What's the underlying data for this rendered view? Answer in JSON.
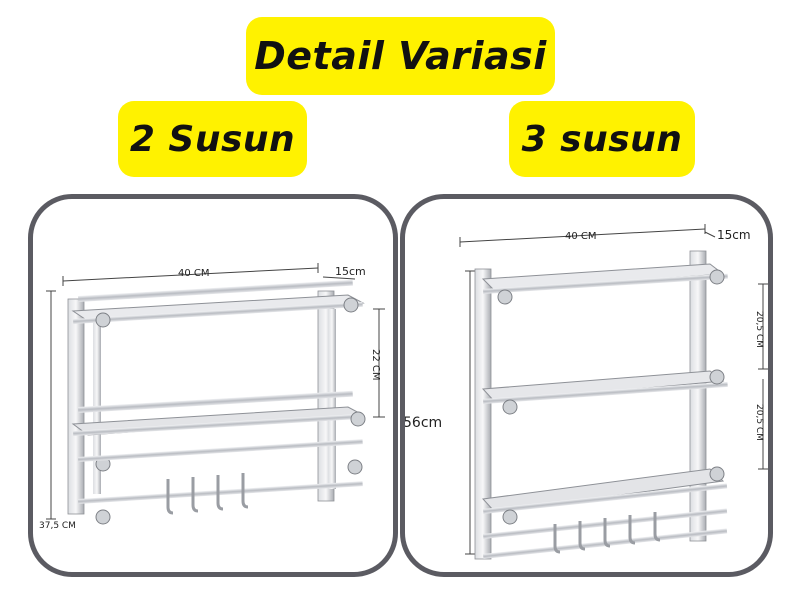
{
  "header": {
    "title": "Detail Variasi"
  },
  "variants": [
    {
      "label": "2 Susun",
      "dimensions": {
        "width": "40 CM",
        "depth": "15cm",
        "shelf_gap": "22 CM",
        "height": "37,5 CM"
      }
    },
    {
      "label": "3 susun",
      "dimensions": {
        "width": "40 CM",
        "depth": "15cm",
        "shelf_gap_1": "20,5 CM",
        "shelf_gap_2": "20,5 CM",
        "height": "56cm"
      }
    }
  ],
  "colors": {
    "badge": "#fff200",
    "panel_border": "#5b5b62",
    "steel": "#c9ccd1"
  }
}
